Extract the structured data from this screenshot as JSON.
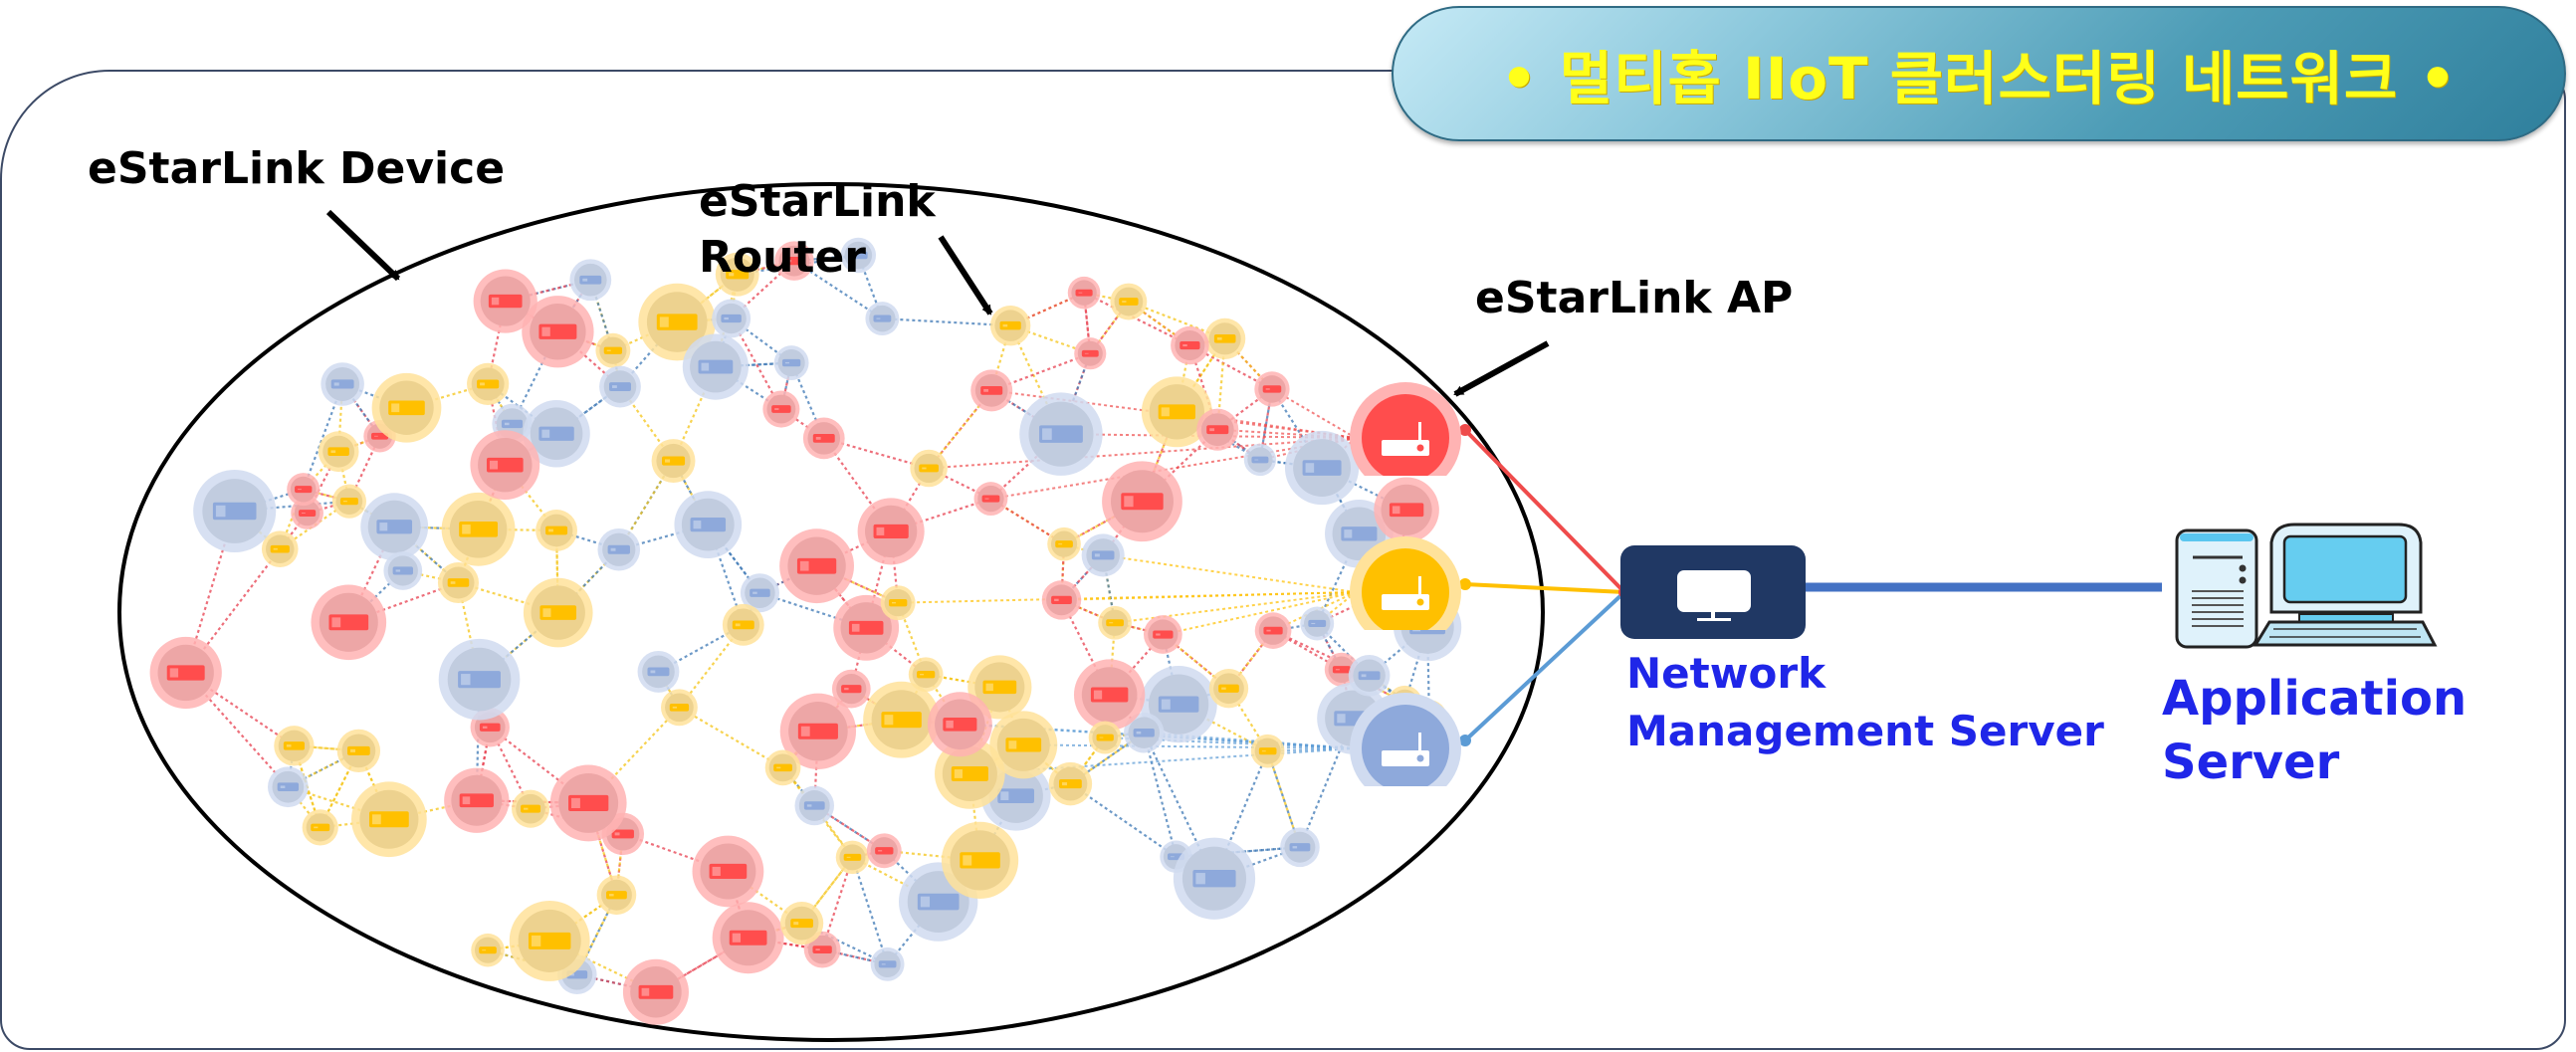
{
  "title": "• 멀티홉 IIoT 클러스터링 네트워크 •",
  "labels": {
    "device": "eStarLink Device",
    "router": "eStarLink\nRouter",
    "ap": "eStarLink AP",
    "nms": "Network\nManagement Server",
    "app_server": "Application\nServer"
  },
  "colors": {
    "red": "#ff4d4d",
    "red_halo": "#ffb3b3",
    "yellow": "#ffc000",
    "yellow_halo": "#ffe29a",
    "blue": "#8ea9db",
    "blue_halo": "#d0dbf0",
    "nms_box": "#203864",
    "label_blue": "#1f26e8",
    "banner_text": "#ffff1a"
  },
  "access_points": [
    {
      "id": "ap-red",
      "color": "red"
    },
    {
      "id": "ap-yellow",
      "color": "yellow"
    },
    {
      "id": "ap-blue",
      "color": "blue"
    }
  ],
  "cluster": {
    "node_types": [
      "device",
      "router"
    ],
    "node_colors": [
      "red",
      "yellow",
      "blue"
    ],
    "link_style": "dotted"
  }
}
